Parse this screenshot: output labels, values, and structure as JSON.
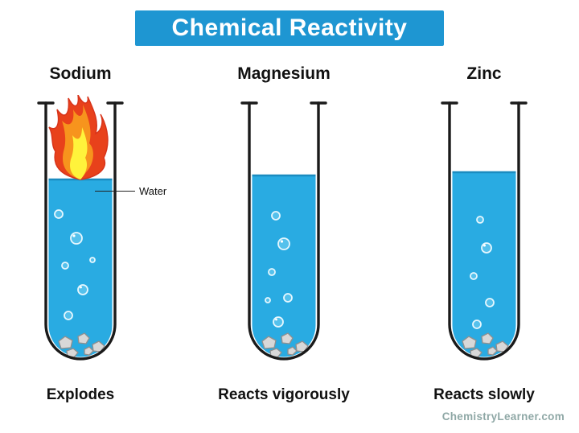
{
  "title": "Chemical Reactivity",
  "water_label": "Water",
  "watermark": "ChemistryLearner.com",
  "columns": [
    {
      "element": "Sodium",
      "reaction": "Explodes",
      "has_flame": true
    },
    {
      "element": "Magnesium",
      "reaction": "Reacts vigorously",
      "has_flame": false
    },
    {
      "element": "Zinc",
      "reaction": "Reacts slowly",
      "has_flame": false
    }
  ],
  "colors": {
    "banner": "#1e96d2",
    "banner_text": "#ffffff",
    "water": "#29abe2",
    "water_edge": "#1b8cc0",
    "bubble": "#55c1ec",
    "bubble_rim": "#e6f7fe",
    "flame_outer": "#e8411b",
    "flame_mid": "#f7941d",
    "flame_inner": "#fff33b",
    "metal": "#d8d8d8",
    "metal_edge": "#8f8f8f",
    "tube_outline": "#1a1a1a",
    "watermark_text": "#8fa8a6"
  }
}
